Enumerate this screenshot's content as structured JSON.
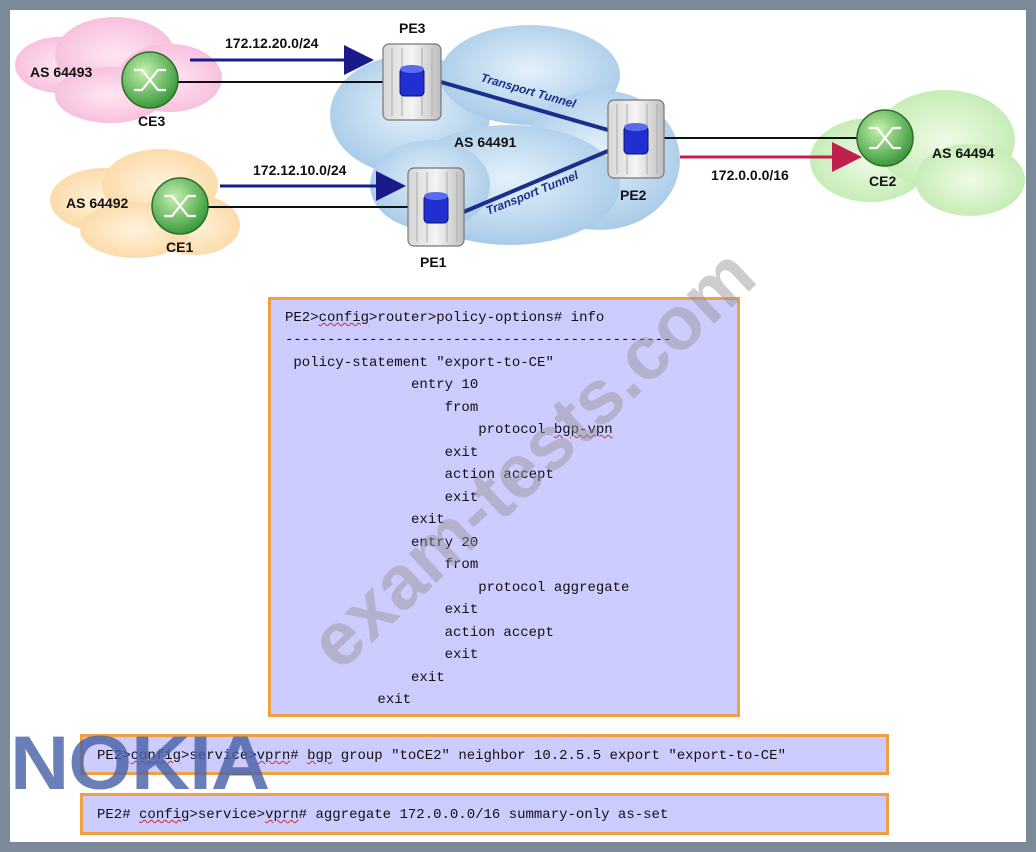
{
  "diagram": {
    "nodes": {
      "ce3": "CE3",
      "ce1": "CE1",
      "pe3": "PE3",
      "pe1": "PE1",
      "pe2": "PE2",
      "ce2": "CE2"
    },
    "as_labels": {
      "ce3": "AS 64493",
      "ce1": "AS 64492",
      "core": "AS 64491",
      "ce2": "AS 64494"
    },
    "prefixes": {
      "ce3_to_pe3": "172.12.20.0/24",
      "ce1_to_pe1": "172.12.10.0/24",
      "pe2_to_ce2": "172.0.0.0/16"
    },
    "tunnels": {
      "pe3_pe2": "Transport Tunnel",
      "pe1_pe2": "Transport Tunnel"
    },
    "colors": {
      "blue_arrow": "#1a1a8c",
      "red_arrow": "#c02050",
      "config_bg": "#ccccff",
      "config_border": "#f0a040"
    }
  },
  "policy_config": [
    "PE2>config>router>policy-options# info",
    "----------------------------------------------",
    " policy-statement \"export-to-CE\"",
    "               entry 10",
    "                   from",
    "                       protocol bgp-vpn",
    "                   exit",
    "                   action accept",
    "                   exit",
    "               exit",
    "               entry 20",
    "                   from",
    "                       protocol aggregate",
    "                   exit",
    "                   action accept",
    "                   exit",
    "               exit",
    "           exit"
  ],
  "bgp_command": "PE2>config>service>vprn# bgp group \"toCE2\" neighbor 10.2.5.5 export \"export-to-CE\"",
  "aggregate_command": "PE2# config>service>vprn# aggregate 172.0.0.0/16 summary-only as-set",
  "watermark": "exam-tests.com",
  "logo": "NOKIA"
}
